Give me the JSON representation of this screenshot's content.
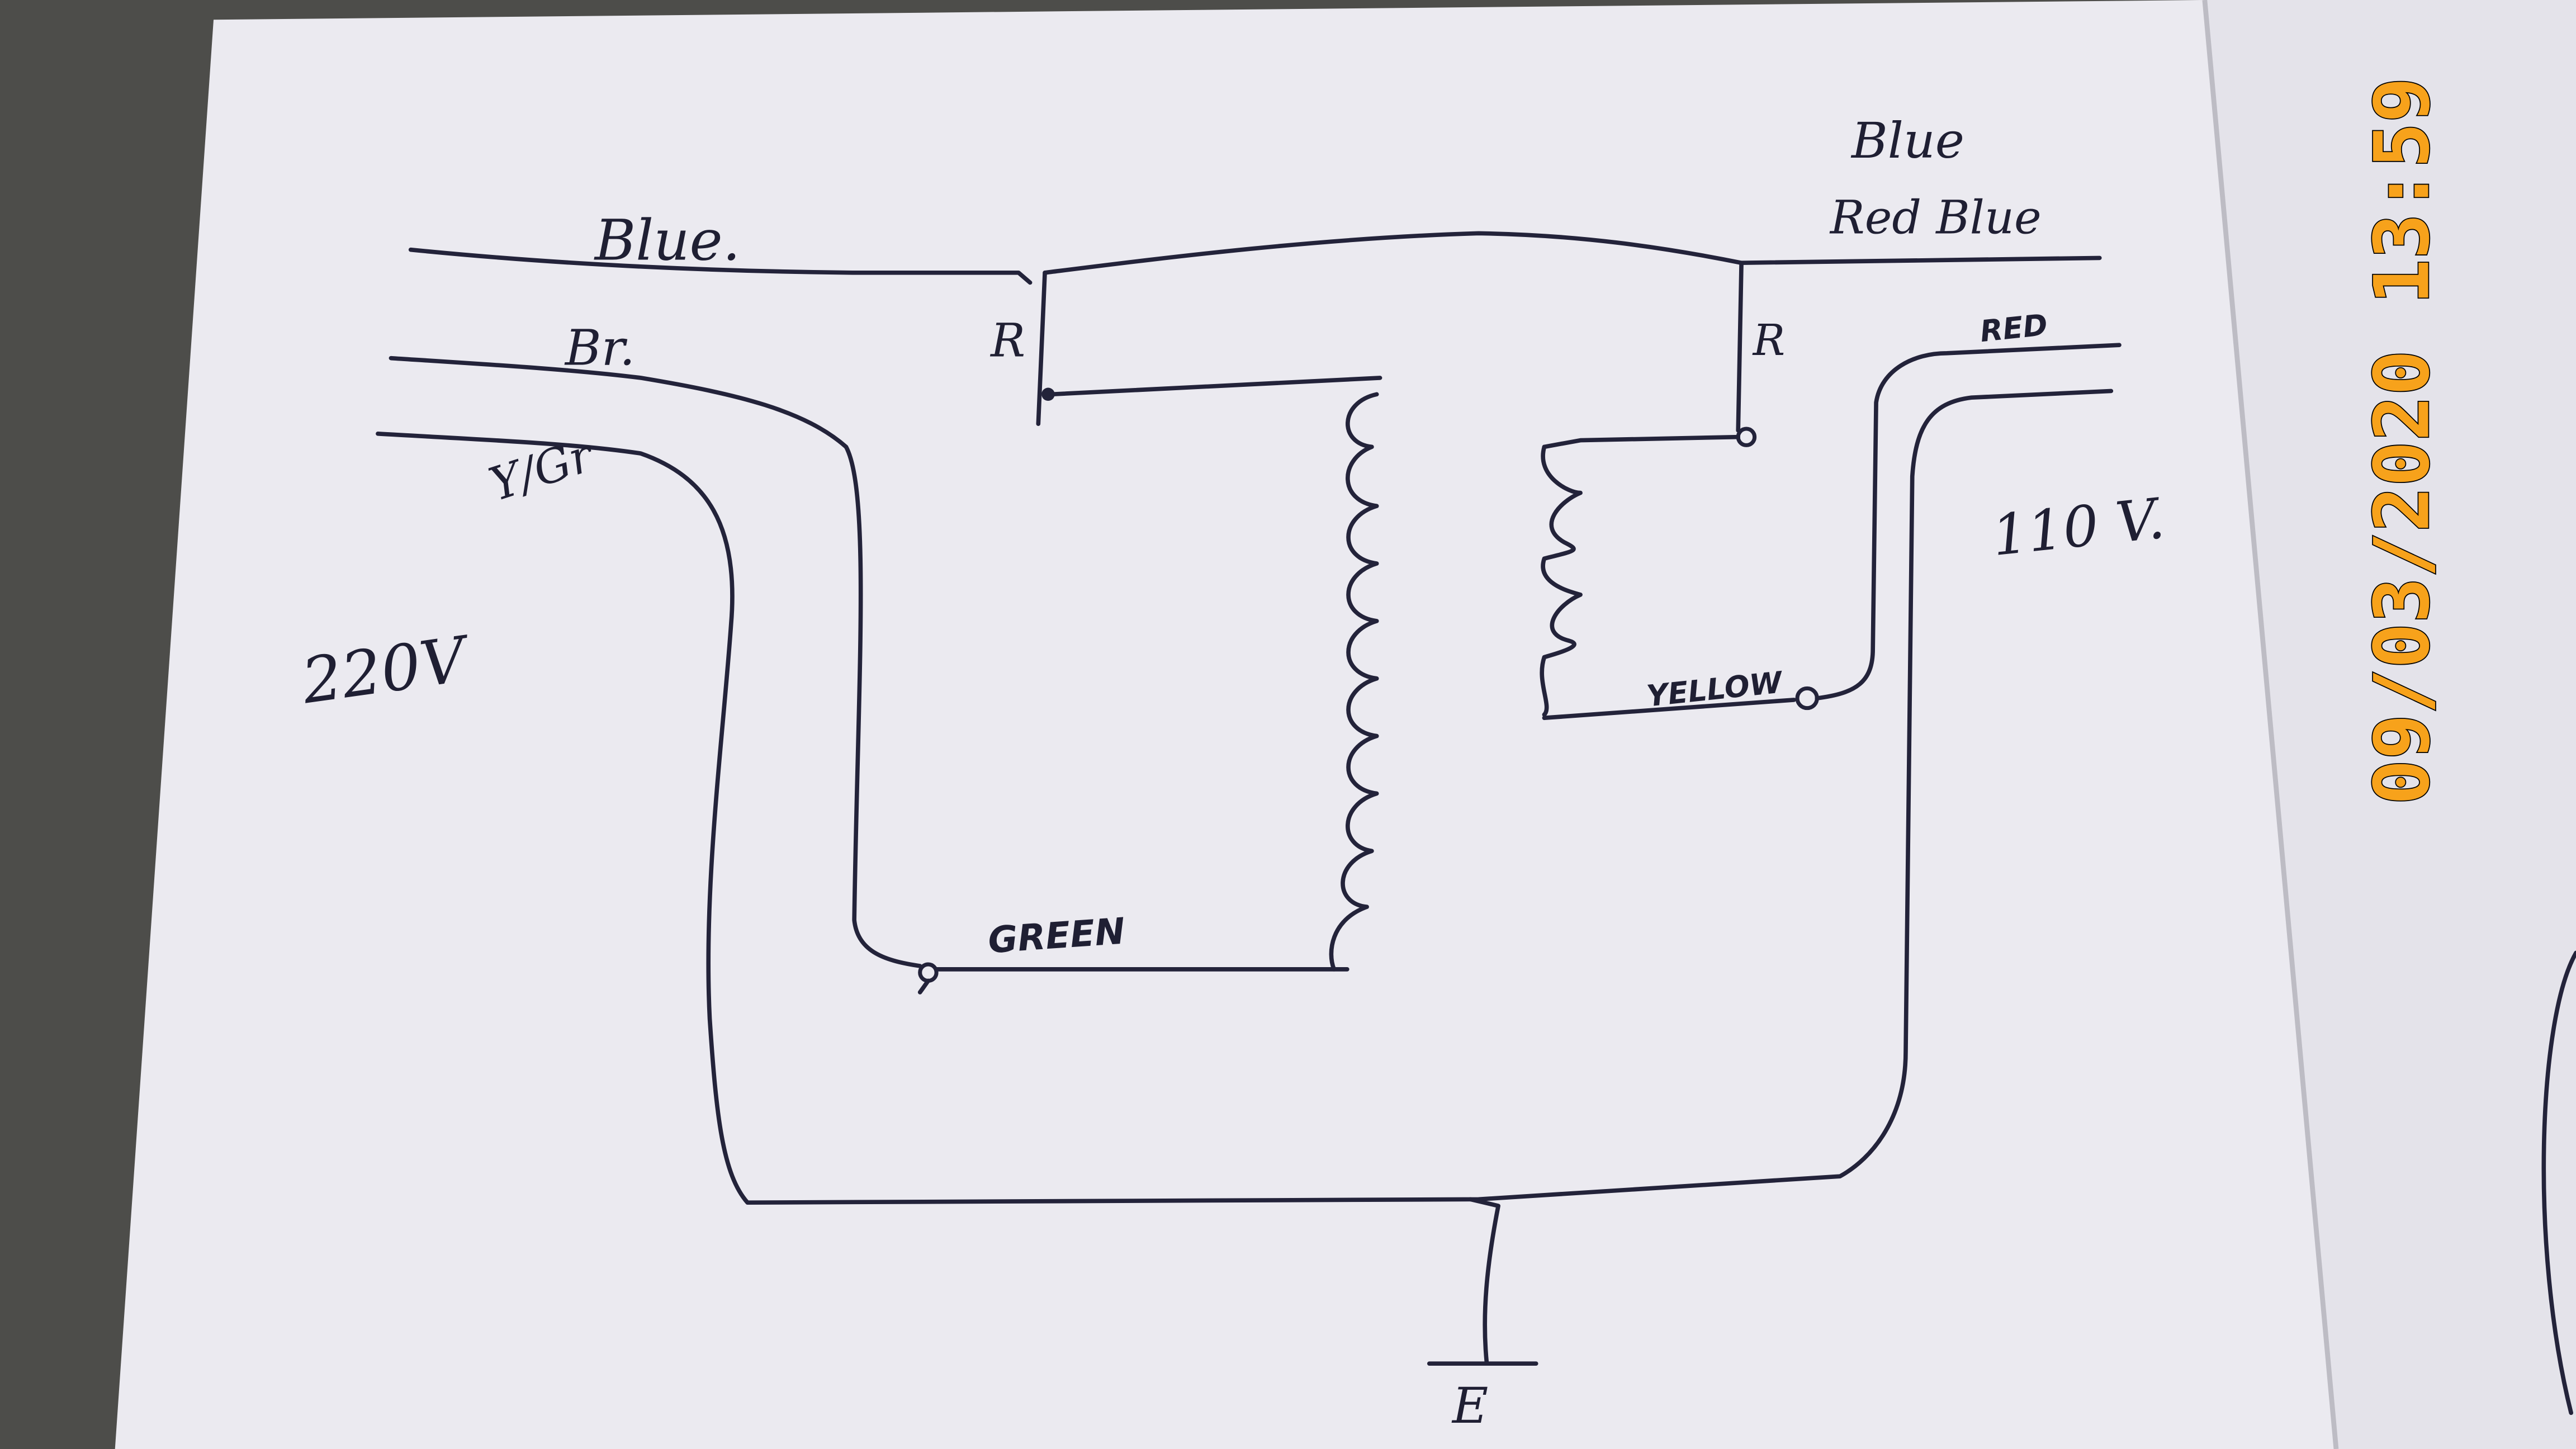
{
  "diagram": {
    "type": "hand-drawn wiring diagram",
    "left_side": {
      "voltage_label": "220V",
      "wires": [
        {
          "label": "Blue."
        },
        {
          "label": "Br."
        },
        {
          "label": "Y/Gr"
        }
      ]
    },
    "right_side": {
      "voltage_label": "110 V.",
      "top_label_1": "Blue",
      "top_label_2": "Red Blue",
      "red_label": "RED"
    },
    "switch_labels": [
      "R",
      "R"
    ],
    "coil_left_terminal_label": "GREEN",
    "coil_right_terminal_label": "YELLOW",
    "earth_label": "E"
  },
  "camera_timestamp": "09/03/2020 13:59",
  "colors": {
    "ink": "#23233a",
    "paper": "#eeedf2",
    "background": "#4a4a48",
    "timestamp": "#f7a21b"
  }
}
